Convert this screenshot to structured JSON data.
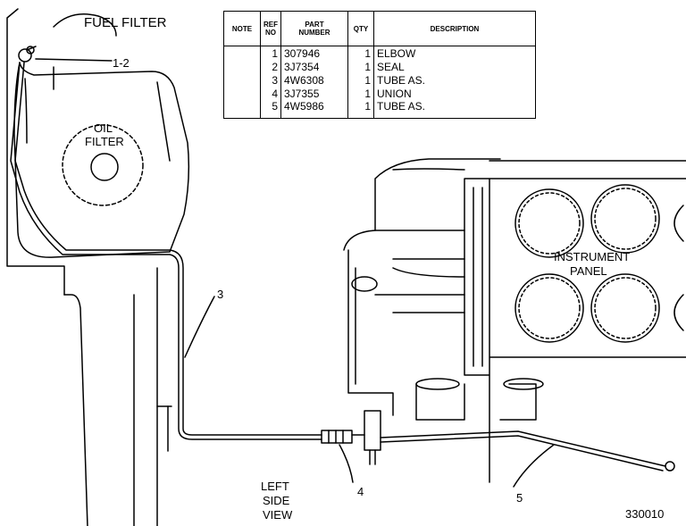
{
  "labels": {
    "fuel_filter": "FUEL FILTER",
    "oil_filter_line1": "OIL",
    "oil_filter_line2": "FILTER",
    "instrument_panel_line1": "INSTRUMENT",
    "instrument_panel_line2": "PANEL",
    "callout_1_2": "1-2",
    "callout_3": "3",
    "callout_4": "4",
    "callout_5": "5",
    "view_line1": "LEFT",
    "view_line2": "SIDE",
    "view_line3": "VIEW",
    "figure_number": "330010"
  },
  "table": {
    "headers": {
      "note": "NOTE",
      "ref_line1": "REF",
      "ref_line2": "NO",
      "part_line1": "PART",
      "part_line2": "NUMBER",
      "qty": "QTY",
      "description": "DESCRIPTION"
    },
    "rows": [
      {
        "note": "",
        "ref": "1",
        "part": "307946",
        "qty": "1",
        "desc": "ELBOW"
      },
      {
        "note": "",
        "ref": "2",
        "part": "3J7354",
        "qty": "1",
        "desc": "SEAL"
      },
      {
        "note": "",
        "ref": "3",
        "part": "4W6308",
        "qty": "1",
        "desc": "TUBE AS."
      },
      {
        "note": "",
        "ref": "4",
        "part": "3J7355",
        "qty": "1",
        "desc": "UNION"
      },
      {
        "note": "",
        "ref": "5",
        "part": "4W5986",
        "qty": "1",
        "desc": "TUBE AS."
      }
    ]
  }
}
